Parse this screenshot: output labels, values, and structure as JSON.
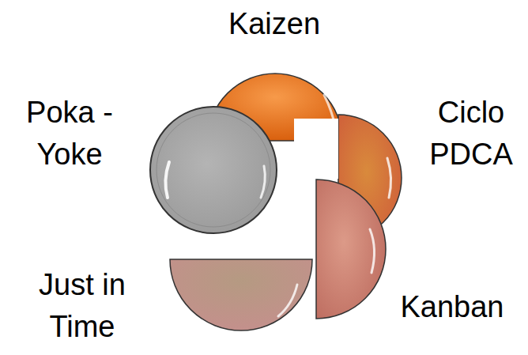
{
  "diagram": {
    "labels": [
      "Kaizen",
      "Poka - Yoke",
      "Ciclo PDCA",
      "Just in Time",
      "Kanban"
    ]
  }
}
